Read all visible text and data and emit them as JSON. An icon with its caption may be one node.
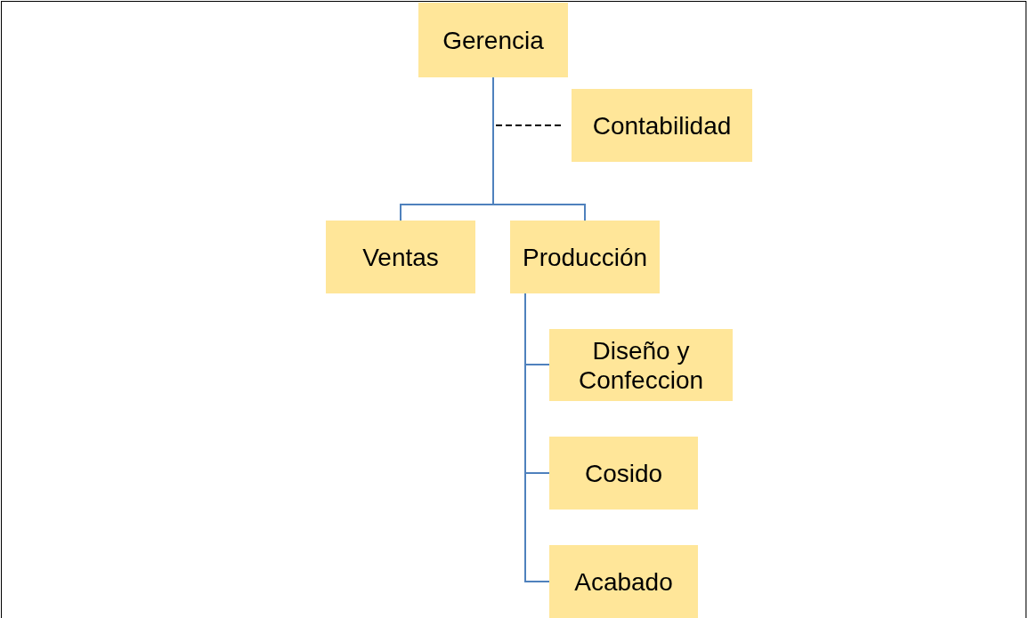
{
  "diagram": {
    "nodes": [
      {
        "text": [
          "Gerencia"
        ]
      },
      {
        "text": [
          "Contabilidad"
        ]
      },
      {
        "text": [
          "Ventas"
        ]
      },
      {
        "text": [
          "Producción"
        ]
      },
      {
        "text": [
          "Diseño y Confeccion"
        ]
      },
      {
        "text": [
          "Cosido"
        ]
      },
      {
        "text": [
          "Acabado"
        ]
      }
    ],
    "edges": [
      {
        "from": 0,
        "to": 1,
        "arrow": "none",
        "style": "dashed",
        "color": "#000000"
      },
      {
        "from": 0,
        "to": 2,
        "arrow": "none"
      },
      {
        "from": 0,
        "to": 3,
        "arrow": "none"
      },
      {
        "from": 3,
        "to": 4,
        "arrow": "none"
      },
      {
        "from": 3,
        "to": 5,
        "arrow": "none"
      },
      {
        "from": 3,
        "to": 6,
        "arrow": "none"
      }
    ]
  }
}
